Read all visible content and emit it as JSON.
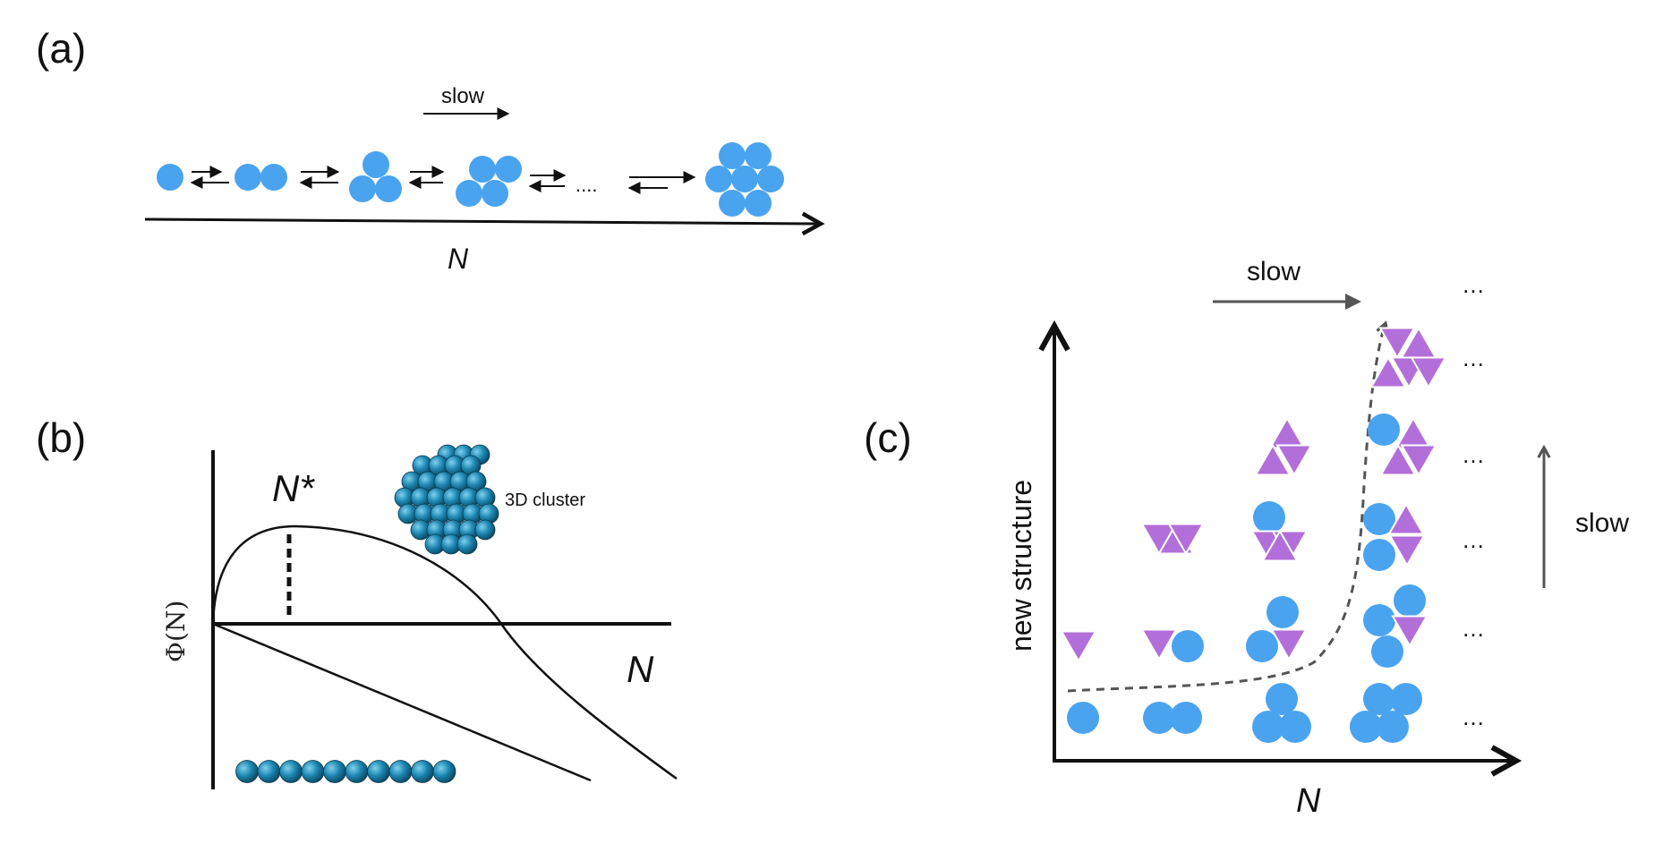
{
  "panel_a": {
    "label": "(a)",
    "arrow_label": "slow",
    "axis_label": "N",
    "ellipsis": "...."
  },
  "panel_b": {
    "label": "(b)",
    "ylabel": "Φ(N)",
    "xlabel": "N",
    "peak_label": "N*",
    "cluster_label": "3D cluster"
  },
  "panel_c": {
    "label": "(c)",
    "ylabel": "new structure",
    "xlabel": "N",
    "top_arrow_label": "slow",
    "side_arrow_label": "slow",
    "ellipsis": "…"
  },
  "colors": {
    "blue_particle": "#4aa3ef",
    "purple_particle": "#b36fd9",
    "dark_sphere": "#1c7fa8",
    "gray_arrow": "#555555"
  }
}
